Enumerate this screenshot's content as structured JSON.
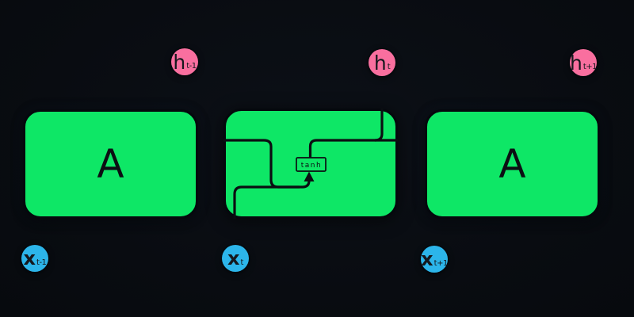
{
  "diagram": {
    "kind": "recurrent-neural-network-unrolled",
    "cells": [
      {
        "label": "A"
      },
      {
        "activation": "tanh"
      },
      {
        "label": "A"
      }
    ],
    "hidden_states": [
      {
        "base": "h",
        "sub": "t-1"
      },
      {
        "base": "h",
        "sub": "t"
      },
      {
        "base": "h",
        "sub": "t+1"
      }
    ],
    "inputs": [
      {
        "base": "x",
        "sub": "t-1"
      },
      {
        "base": "x",
        "sub": "t"
      },
      {
        "base": "x",
        "sub": "t+1"
      }
    ],
    "colors": {
      "background": "#0a0d12",
      "cell_green": "#0ee766",
      "hidden_pink": "#f96f9f",
      "input_blue": "#2cb5ea",
      "line_black": "#0b0e12",
      "border_dark": "#05080d"
    }
  }
}
